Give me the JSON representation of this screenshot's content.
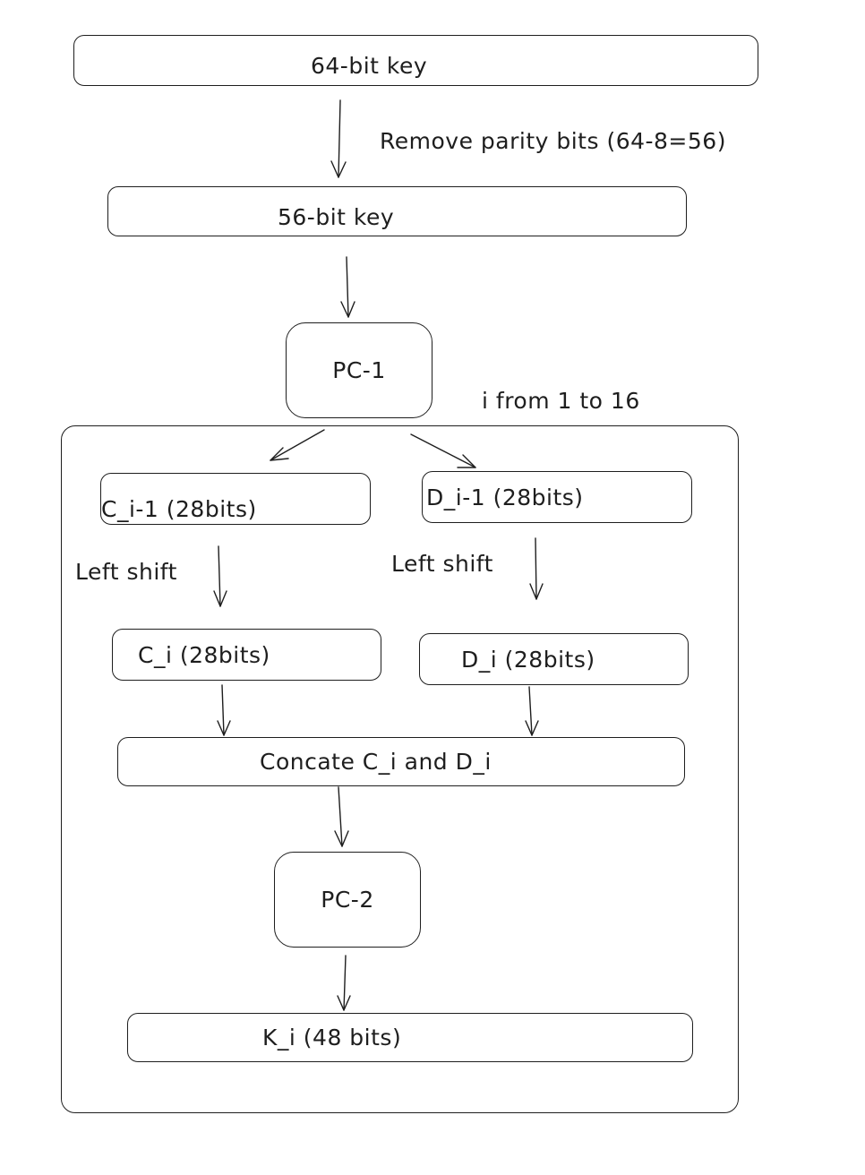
{
  "diagram": {
    "nodes": {
      "key64": "64-bit key",
      "key56": "56-bit key",
      "pc1": "PC-1",
      "c_prev": "C_i-1 (28bits)",
      "d_prev": "D_i-1 (28bits)",
      "c_i": "C_i (28bits)",
      "d_i": "D_i (28bits)",
      "concat": "Concate C_i and D_i",
      "pc2": "PC-2",
      "k_i": "K_i (48 bits)"
    },
    "labels": {
      "remove_parity": "Remove parity bits (64-8=56)",
      "loop": "i from 1 to 16",
      "left_shift_c": "Left shift",
      "left_shift_d": "Left shift"
    }
  }
}
